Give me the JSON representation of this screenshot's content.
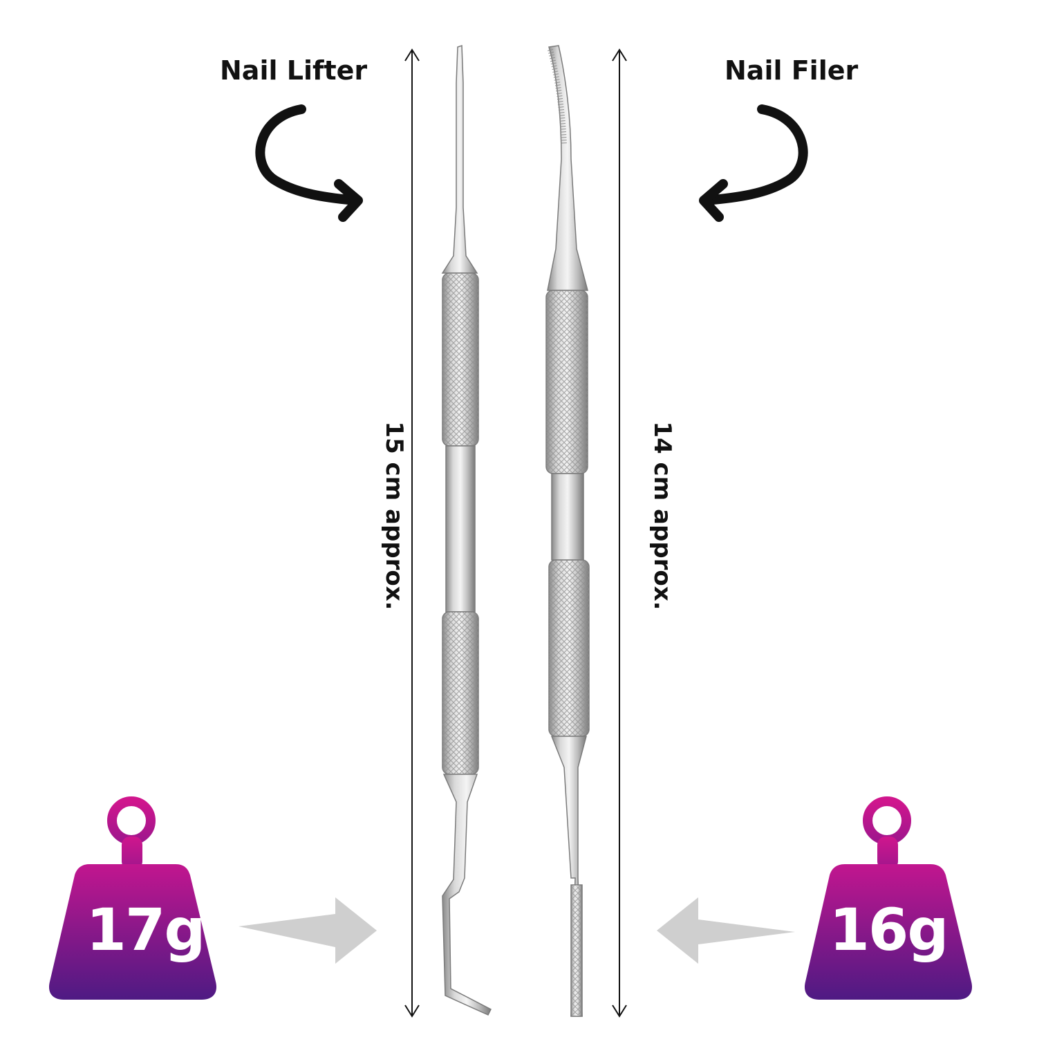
{
  "tools": {
    "left": {
      "name": "Nail Lifter",
      "length": "15 cm approx.",
      "weight": "17g"
    },
    "right": {
      "name": "Nail Filer",
      "length": "14 cm approx.",
      "weight": "16g"
    }
  },
  "colors": {
    "weight_top": "#c2168f",
    "weight_bottom": "#4e1a83",
    "ring": "#d0168d",
    "arrow_gray": "#cfcfcf",
    "steel_light": "#e9e9e9",
    "steel_dark": "#7d7d7d",
    "ink": "#111111"
  },
  "icons": {
    "left_pointer": "curved-arrow-right-icon",
    "right_pointer": "curved-arrow-left-icon",
    "weight": "weight-icon"
  }
}
